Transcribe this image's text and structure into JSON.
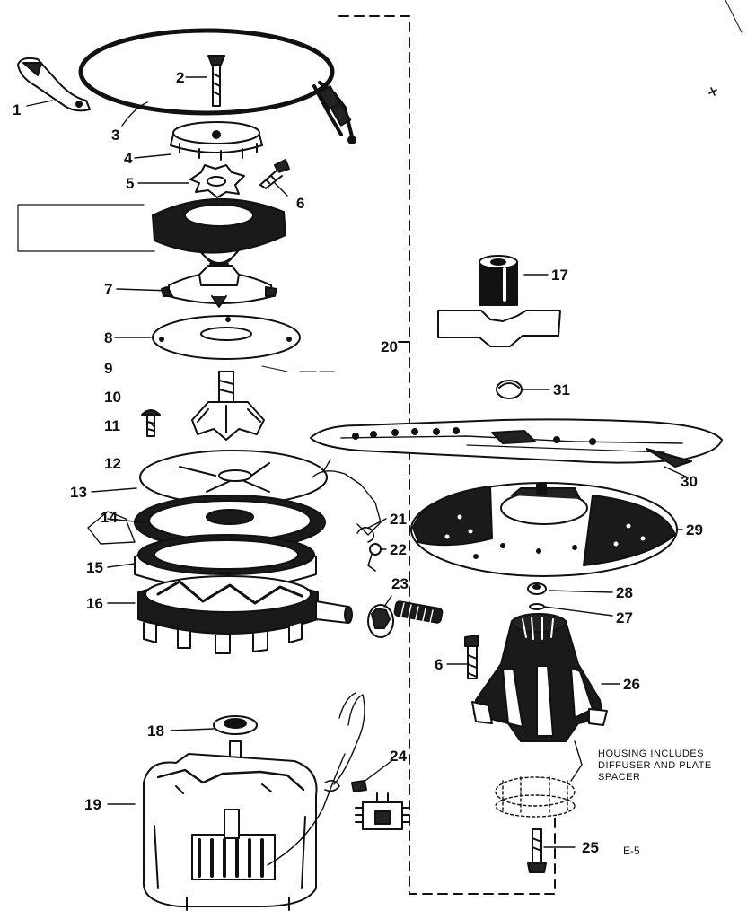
{
  "diagram": {
    "callouts": [
      {
        "id": "c1",
        "text": "1"
      },
      {
        "id": "c2",
        "text": "2"
      },
      {
        "id": "c3",
        "text": "3"
      },
      {
        "id": "c4",
        "text": "4"
      },
      {
        "id": "c5",
        "text": "5"
      },
      {
        "id": "c6a",
        "text": "6"
      },
      {
        "id": "c7",
        "text": "7"
      },
      {
        "id": "c8",
        "text": "8"
      },
      {
        "id": "c9",
        "text": "9"
      },
      {
        "id": "c10",
        "text": "10"
      },
      {
        "id": "c11",
        "text": "11"
      },
      {
        "id": "c12",
        "text": "12"
      },
      {
        "id": "c13",
        "text": "13"
      },
      {
        "id": "c14",
        "text": "14"
      },
      {
        "id": "c15",
        "text": "15"
      },
      {
        "id": "c16",
        "text": "16"
      },
      {
        "id": "c17",
        "text": "17"
      },
      {
        "id": "c18",
        "text": "18"
      },
      {
        "id": "c19",
        "text": "19"
      },
      {
        "id": "c20",
        "text": "20"
      },
      {
        "id": "c21",
        "text": "21"
      },
      {
        "id": "c22",
        "text": "22"
      },
      {
        "id": "c23",
        "text": "23"
      },
      {
        "id": "c24",
        "text": "24"
      },
      {
        "id": "c25",
        "text": "25"
      },
      {
        "id": "c26",
        "text": "26"
      },
      {
        "id": "c27",
        "text": "27"
      },
      {
        "id": "c28",
        "text": "28"
      },
      {
        "id": "c29",
        "text": "29"
      },
      {
        "id": "c30",
        "text": "30"
      },
      {
        "id": "c31",
        "text": "31"
      },
      {
        "id": "c6b",
        "text": "6"
      }
    ],
    "housing_note": [
      "HOUSING INCLUDES",
      "DIFFUSER AND PLATE",
      "SPACER"
    ],
    "drawing_code": "E-5"
  }
}
